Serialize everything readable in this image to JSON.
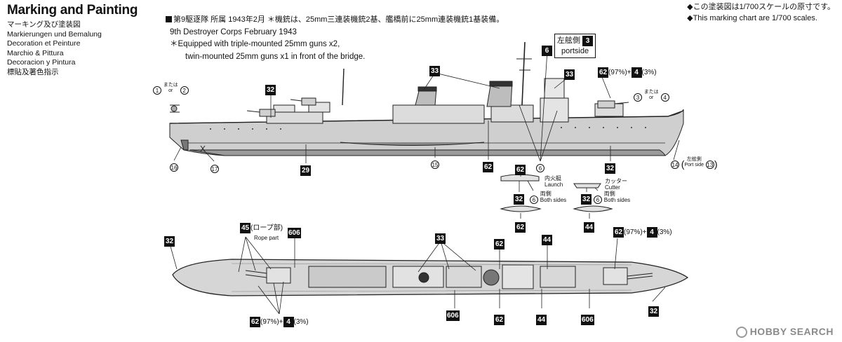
{
  "header": {
    "title": "Marking and Painting",
    "languages": [
      "マーキング及び塗装図",
      "Markierungen und Bemalung",
      "Decoration et Peinture",
      "Marchio & Pittura",
      "Decoracion y Pintura",
      "標貼及著色指示"
    ]
  },
  "scale_note": {
    "jp": "◆この塗装図は1/700スケールの原寸です。",
    "en": "◆This marking chart are 1/700 scales."
  },
  "unit_note": {
    "jp": "第9駆逐隊 所属 1943年2月 ＊機銃は、25mm三連装機銃2基、艦橋前に25mm連装機銃1基装備。",
    "en_line1": "9th Destroyer Corps February 1943",
    "en_line2": "＊Equipped with triple-mounted 25mm guns x2,",
    "en_line3": "twin-mounted 25mm guns x1 in front of the bridge."
  },
  "portside_box": {
    "jp": "左舷側",
    "en": "portside",
    "starboard_num": "6",
    "port_num": "3"
  },
  "side_labels": {
    "c1": "1",
    "c2": "2",
    "or_jp": "または",
    "or_en": "or",
    "c3": "3",
    "c4": "4",
    "n32a": "32",
    "n33a": "33",
    "n33b": "33",
    "mix_a_62": "62",
    "mix_a_pct1": "(97%)+",
    "mix_a_4": "4",
    "mix_a_pct2": "(3%)",
    "c16": "16",
    "c17": "17",
    "n29": "29",
    "c15": "15",
    "n62a": "62",
    "c6": "6",
    "n32b": "32",
    "c14": "14",
    "port_jp": "左舷側",
    "port_en": "Port side",
    "c13": "13"
  },
  "boats": {
    "launch_num_top": "62",
    "launch_jp": "内火艇",
    "launch_en": "Launch",
    "launch_num_bottom": "32",
    "launch_c6": "6",
    "launch_both_jp": "両側",
    "launch_both_en": "Both sides",
    "cutter_jp": "カッター",
    "cutter_en": "Cutter",
    "cutter_num": "32",
    "cutter_c6": "6",
    "cutter_both_jp": "両側",
    "cutter_both_en": "Both sides",
    "boat1_num": "62",
    "boat2_num": "44"
  },
  "top_labels": {
    "n32_bow": "32",
    "n45": "45",
    "rope_jp": "(ロープ部)",
    "rope_en": "Rope part",
    "n606a": "606",
    "n33": "33",
    "n62_top": "62",
    "n44_top": "44",
    "mix_b_62": "62",
    "mix_b_pct1": "(97%)+",
    "mix_b_4": "4",
    "mix_b_pct2": "(3%)",
    "mix_c_62": "62",
    "mix_c_pct1": "(97%)+",
    "mix_c_4": "4",
    "mix_c_pct2": "(3%)",
    "n606b": "606",
    "n62_bot": "62",
    "n44_bot": "44",
    "n606c": "606",
    "n32_stern": "32"
  },
  "watermark": "HOBBY SEARCH"
}
